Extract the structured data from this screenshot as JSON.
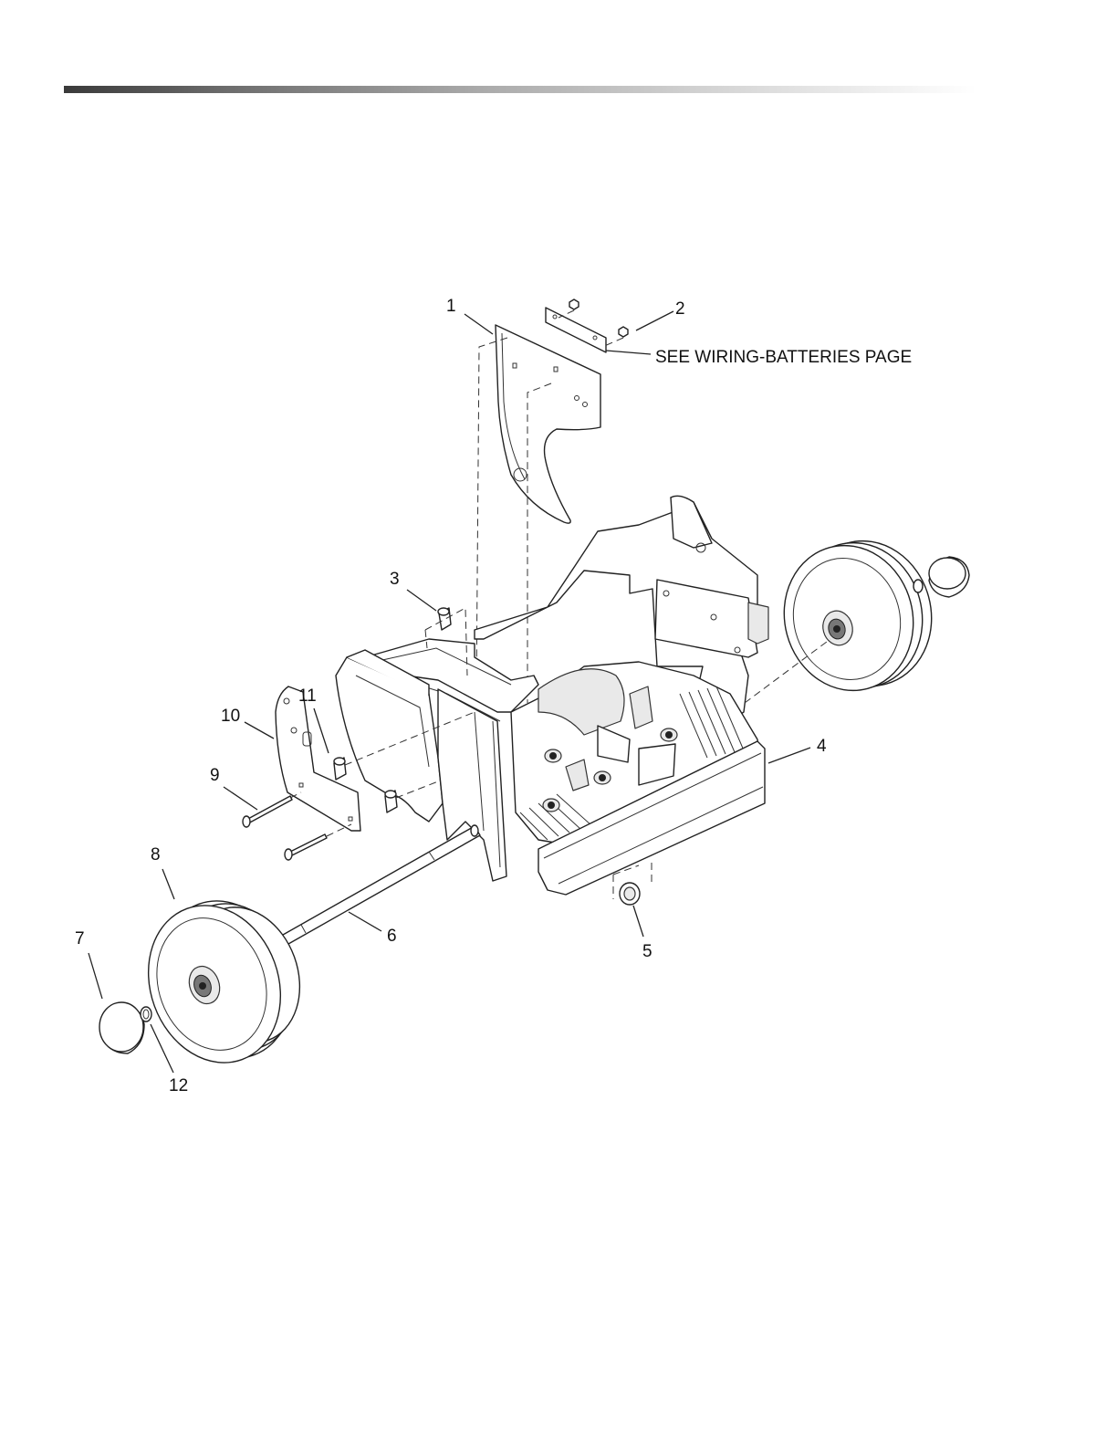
{
  "note_text": "SEE WIRING-BATTERIES PAGE",
  "callouts": {
    "c1": "1",
    "c2": "2",
    "c3": "3",
    "c4": "4",
    "c5": "5",
    "c6": "6",
    "c7": "7",
    "c8": "8",
    "c9": "9",
    "c10": "10",
    "c11": "11",
    "c12": "12"
  }
}
